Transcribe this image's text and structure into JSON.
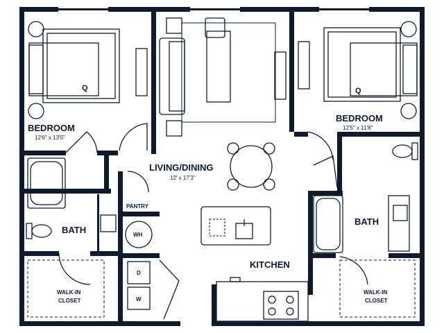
{
  "rooms": {
    "bedroom_left": {
      "label": "BEDROOM",
      "dimensions": "12'6\" x 13'5\""
    },
    "bedroom_right": {
      "label": "BEDROOM",
      "dimensions": "12'5\" x 11'8\""
    },
    "living_dining": {
      "label": "LIVING/DINING",
      "dimensions": "12' x 17'3\""
    },
    "bath_left": {
      "label": "BATH"
    },
    "bath_right": {
      "label": "BATH"
    },
    "kitchen": {
      "label": "KITCHEN"
    },
    "pantry": {
      "label": "PANTRY"
    },
    "closet_left": {
      "line1": "WALK-IN",
      "line2": "CLOSET"
    },
    "closet_right": {
      "line1": "WALK-IN",
      "line2": "CLOSET"
    }
  },
  "fixtures": {
    "bed_size_left": "Q",
    "bed_size_right": "Q",
    "water_heater": "WH",
    "dryer": "D",
    "washer": "W"
  }
}
